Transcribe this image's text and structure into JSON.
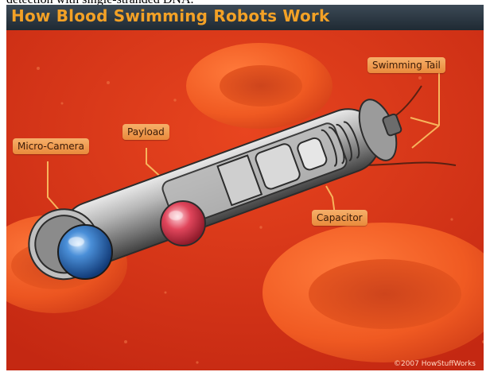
{
  "caption_partial": "detection with single-stranded DNA.",
  "title": "How Blood Swimming Robots Work",
  "labels": {
    "swimming_tail": "Swimming Tail",
    "micro_camera": "Micro-Camera",
    "payload": "Payload",
    "capacitor": "Capacitor"
  },
  "copyright": "©2007 HowStuffWorks",
  "colors": {
    "title_bar": "#26313b",
    "title_text": "#f3a126",
    "background": "#d8351b",
    "label_fill": "#f0a25a",
    "callout_line": "#f7b45c"
  }
}
